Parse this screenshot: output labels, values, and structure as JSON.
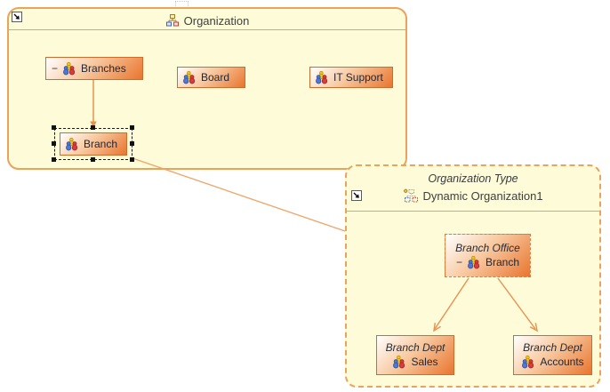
{
  "diagram": {
    "kind": "organization-model-diagram",
    "selected_node": "Branch"
  },
  "colors": {
    "canvas_background": "#ffffff",
    "container_fill": "#fdfbd8",
    "container_border": "#e9a35b",
    "node_border": "#cf6b2b",
    "node_gradient_end": "#e9752f",
    "edge": "#e8914f",
    "label_text": "#1f2533",
    "title_text": "#3f3f3f"
  },
  "containers": {
    "organization": {
      "title": "Organization",
      "icon": "org-chart-icon",
      "collapse_icon": "collapse-arrow-icon"
    },
    "dynamic_organization": {
      "type_label": "Organization Type",
      "title": "Dynamic Organization1",
      "icon": "dynamic-org-chart-icon",
      "collapse_icon": "collapse-arrow-icon"
    }
  },
  "nodes": {
    "branches": {
      "label": "Branches",
      "collapse_glyph": "−",
      "icon": "group-icon"
    },
    "board": {
      "label": "Board",
      "icon": "group-icon"
    },
    "it_support": {
      "label": "IT Support",
      "icon": "group-icon"
    },
    "branch": {
      "label": "Branch",
      "icon": "group-icon",
      "selected": true
    },
    "branch_office": {
      "type_label": "Branch Office",
      "label": "Branch",
      "collapse_glyph": "−",
      "icon": "group-icon"
    },
    "sales": {
      "type_label": "Branch Dept",
      "label": "Sales",
      "icon": "group-icon"
    },
    "accounts": {
      "type_label": "Branch Dept",
      "label": "Accounts",
      "icon": "group-icon"
    }
  },
  "edges": [
    {
      "from": "Branches",
      "to": "Branch",
      "style": "solid-arrowhead"
    },
    {
      "from": "Branch",
      "to": "Dynamic Organization1",
      "style": "plain-line"
    },
    {
      "from": "Branch Office / Branch",
      "to": "Sales",
      "style": "open-arrowhead"
    },
    {
      "from": "Branch Office / Branch",
      "to": "Accounts",
      "style": "open-arrowhead"
    }
  ]
}
